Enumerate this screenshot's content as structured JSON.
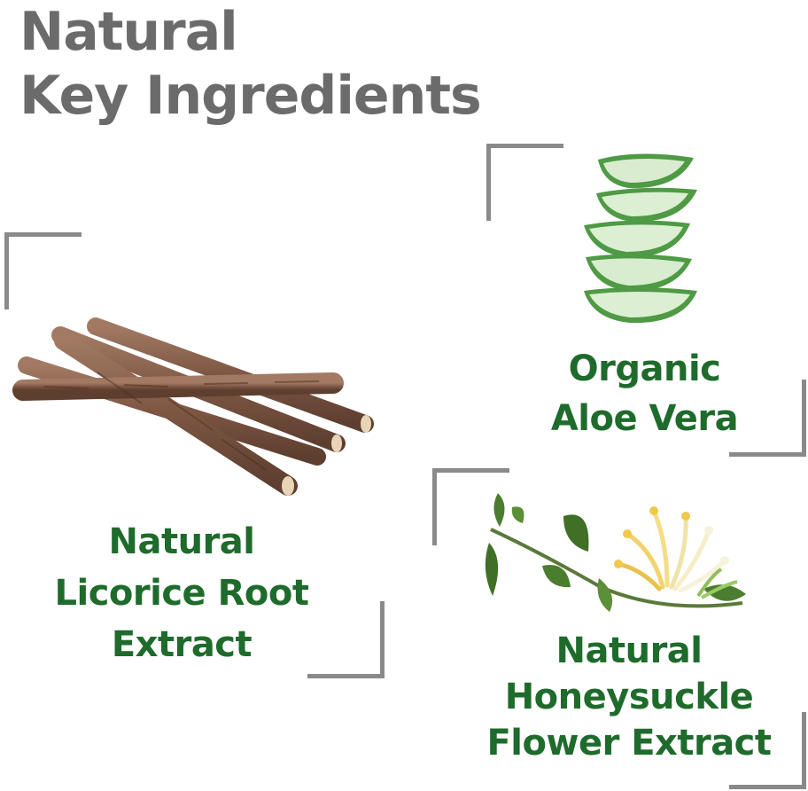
{
  "heading": {
    "line1": "Natural",
    "line2": "Key Ingredients"
  },
  "ingredients": [
    {
      "id": "licorice",
      "line1": "Natural",
      "line2": "Licorice Root",
      "line3": "Extract",
      "icon": "licorice-root-sticks-image"
    },
    {
      "id": "aloe",
      "line1": "Organic",
      "line2": "Aloe Vera",
      "icon": "aloe-vera-slices-image"
    },
    {
      "id": "honeysuckle",
      "line1": "Natural",
      "line2": "Honeysuckle",
      "line3": "Flower Extract",
      "icon": "honeysuckle-flower-image"
    }
  ],
  "colors": {
    "heading": "#6b6b6b",
    "label_green": "#1e6b2b",
    "bracket_gray": "#8a8a8a",
    "background": "#ffffff"
  }
}
